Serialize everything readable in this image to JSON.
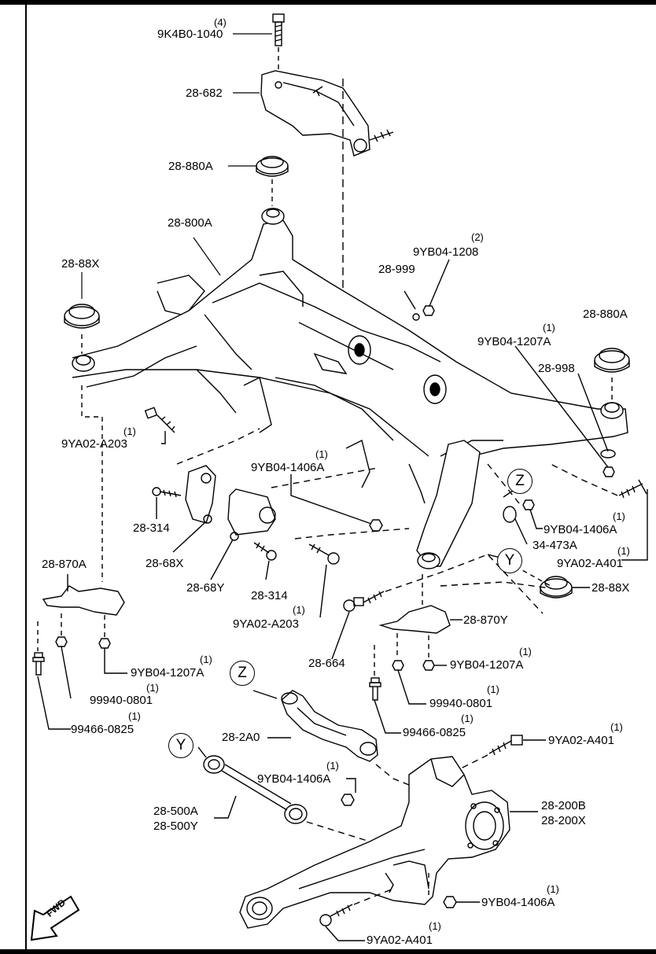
{
  "diagram": {
    "labels": {
      "bolt_top": {
        "part": "9K4B0-1040",
        "qty": "(4)"
      },
      "bracket_top": {
        "part": "28-682"
      },
      "bushing_top": {
        "part": "28-880A"
      },
      "crossmember": {
        "part": "28-800A"
      },
      "nut_left": {
        "part": "28-88X"
      },
      "nut_right_small": {
        "part": "9YB04-1208",
        "qty": "(2)"
      },
      "washer_999": {
        "part": "28-999"
      },
      "nut_1207_right": {
        "part": "9YB04-1207A",
        "qty": "(1)"
      },
      "bushing_right": {
        "part": "28-880A"
      },
      "washer_998": {
        "part": "28-998"
      },
      "bolt_a203_left": {
        "part": "9YA02-A203",
        "qty": "(1)"
      },
      "nut_1406_mid": {
        "part": "9YB04-1406A",
        "qty": "(1)"
      },
      "nut_1406_right": {
        "part": "9YB04-1406A",
        "qty": "(1)"
      },
      "washer_473": {
        "part": "34-473A"
      },
      "bolt_a401_right": {
        "part": "9YA02-A401",
        "qty": "(1)"
      },
      "nut_88x_right": {
        "part": "28-88X"
      },
      "bolt_314_left": {
        "part": "28-314"
      },
      "bracket_68x": {
        "part": "28-68X"
      },
      "bracket_68y": {
        "part": "28-68Y"
      },
      "bolt_314_mid": {
        "part": "28-314"
      },
      "bolt_a203_mid": {
        "part": "9YA02-A203",
        "qty": "(1)"
      },
      "plate_870a": {
        "part": "28-870A"
      },
      "plate_870y": {
        "part": "28-870Y"
      },
      "bolt_664": {
        "part": "28-664"
      },
      "nut_1207_left": {
        "part": "9YB04-1207A",
        "qty": "(1)"
      },
      "nut_1207_mid": {
        "part": "9YB04-1207A",
        "qty": "(1)"
      },
      "nut_0801_left": {
        "part": "99940-0801",
        "qty": "(1)"
      },
      "nut_0801_mid": {
        "part": "99940-0801",
        "qty": "(1)"
      },
      "bolt_0825_left": {
        "part": "99466-0825",
        "qty": "(1)"
      },
      "bolt_0825_mid": {
        "part": "99466-0825",
        "qty": "(1)"
      },
      "arm_2a0": {
        "part": "28-2A0"
      },
      "bolt_a401_knuckle": {
        "part": "9YA02-A401",
        "qty": "(1)"
      },
      "nut_1406_arm": {
        "part": "9YB04-1406A",
        "qty": "(1)"
      },
      "link_500a": {
        "part": "28-500A"
      },
      "link_500y": {
        "part": "28-500Y"
      },
      "knuckle_200b": {
        "part": "28-200B"
      },
      "knuckle_200x": {
        "part": "28-200X"
      },
      "nut_1406_bottom": {
        "part": "9YB04-1406A",
        "qty": "(1)"
      },
      "bolt_a401_bottom": {
        "part": "9YA02-A401",
        "qty": "(1)"
      }
    },
    "callouts": {
      "z1": "Z",
      "y1": "Y",
      "z2": "Z",
      "y2": "Y"
    },
    "fwd": "FWD"
  }
}
